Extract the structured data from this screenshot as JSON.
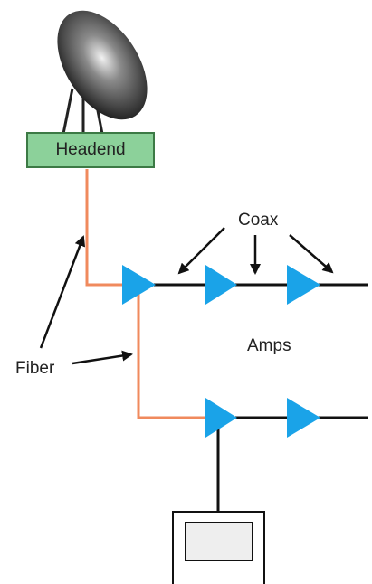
{
  "labels": {
    "headend": "Headend",
    "coax": "Coax",
    "fiber": "Fiber",
    "amps": "Amps"
  },
  "colors": {
    "fiber": "#f08a5d",
    "coax": "#111111",
    "amp": "#1aa3e8",
    "headend_fill": "#8cd19a",
    "headend_border": "#3c7a45",
    "dish": "#3a3a3a"
  },
  "icons": [
    "satellite-dish-icon",
    "amplifier-icon",
    "terminal-box-icon"
  ]
}
